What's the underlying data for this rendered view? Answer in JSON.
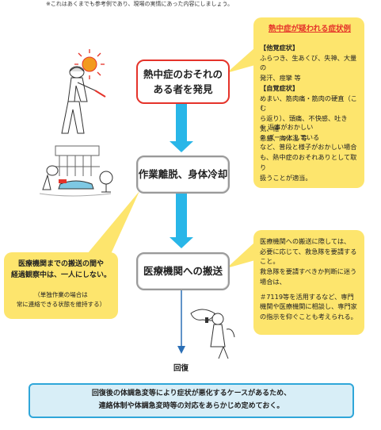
{
  "note": "※これはあくまでも参考例であり、現場の実情にあった内容にしましょう。",
  "flow": {
    "step1": [
      "熱中症のおそれの",
      "ある者を発見"
    ],
    "step2": "作業離脱、身体冷却",
    "step3": "医療機関への搬送",
    "end": "回復"
  },
  "symptoms": {
    "title": "熱中症が疑われる症状例",
    "other_heading": "【他覚症状】",
    "other_text": [
      "ふらつき、生あくび、失神、大量の",
      "発汗、痙攣 等"
    ],
    "self_heading": "【自覚症状】",
    "self_text": [
      "めまい、筋肉痛・筋肉の硬直（こむ",
      "ら返り）、頭痛、不快感、吐き気、倦",
      "怠感、高体温 等"
    ],
    "notes": [
      "① 返事がおかしい",
      "② ぼーっとしている",
      "など、普段と様子がおかしい場合",
      "も、熱中症のおそれありとして取り",
      "扱うことが適当。"
    ]
  },
  "transport_note": {
    "lines": [
      "医療機関への搬送に際しては、",
      "必要に応じて、救急隊を要請する",
      "こと。",
      "救急隊を要請すべきか判断に迷う",
      "場合は、",
      "",
      "＃7119等を活用するなど、専門",
      "機関や医療機関に相談し、専門家",
      "の指示を仰ぐことも考えられる。"
    ]
  },
  "watch_note": {
    "lines": [
      "医療機関までの搬送の間や",
      "経過観察中は、一人にしない。"
    ],
    "sub": [
      "（単独作業の場合は",
      "常に連絡できる状態を維持する）"
    ]
  },
  "bottom": {
    "lines": [
      "回復後の体調急変等により症状が悪化するケースがあるため、",
      "連絡体制や体調急変時等の対応をあらかじめ定めておく。"
    ]
  },
  "colors": {
    "accent_red": "#e5332a",
    "arrow_blue": "#29b6e8",
    "callout_yellow": "#fde56d",
    "bottom_fill": "#d8eef7"
  },
  "icons": [
    "worker-sun-illustration",
    "cooling-illustration",
    "phone-call-illustration"
  ]
}
